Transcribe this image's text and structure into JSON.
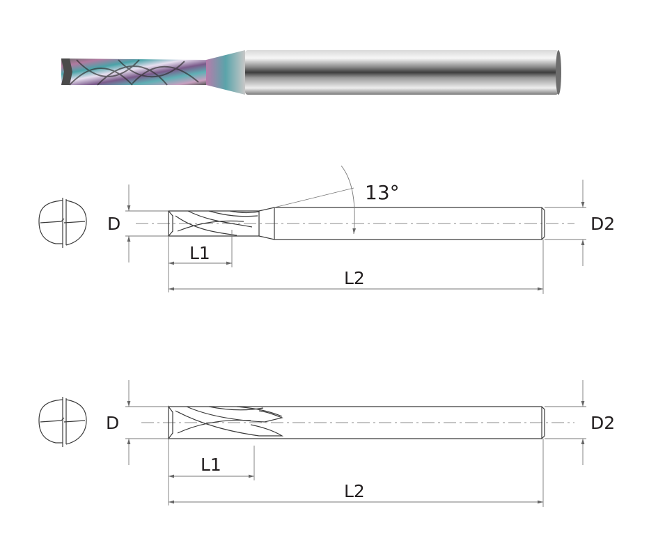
{
  "top_view": {
    "angle_label": "13°",
    "d_label": "D",
    "d2_label": "D2",
    "l1_label": "L1",
    "l2_label": "L2"
  },
  "bottom_view": {
    "d_label": "D",
    "d2_label": "D2",
    "l1_label": "L1",
    "l2_label": "L2"
  }
}
